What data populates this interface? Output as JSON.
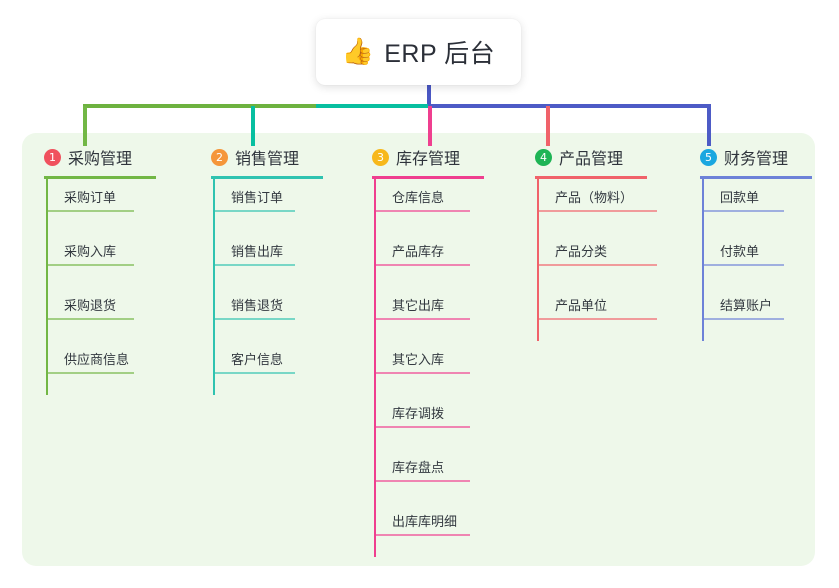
{
  "root": {
    "emoji": "👍",
    "emoji_name": "thumbs-up-icon",
    "title": "ERP 后台"
  },
  "theme": {
    "page_background": "#ffffff",
    "panel_background": "#eef8ea",
    "text_color": "#333940"
  },
  "connector": {
    "stem_color": "#4a57c4",
    "bar_segments": [
      {
        "color": "#6db23f"
      },
      {
        "color": "#07bfa0"
      },
      {
        "color": "#4d5bc6"
      }
    ]
  },
  "columns": [
    {
      "index": "1",
      "title": "采购管理",
      "accent": "#72b745",
      "badge_color": "#f0515e",
      "head_rule_width": 112,
      "item_rule_width": 88,
      "items": [
        "采购订单",
        "采购入库",
        "采购退货",
        "供应商信息"
      ]
    },
    {
      "index": "2",
      "title": "销售管理",
      "accent": "#2fc3b0",
      "badge_color": "#f5963a",
      "head_rule_width": 112,
      "item_rule_width": 82,
      "items": [
        "销售订单",
        "销售出库",
        "销售退货",
        "客户信息"
      ]
    },
    {
      "index": "3",
      "title": "库存管理",
      "accent": "#ef3f8f",
      "badge_color": "#f7b81b",
      "head_rule_width": 112,
      "item_rule_width": 96,
      "items": [
        "仓库信息",
        "产品库存",
        "其它出库",
        "其它入库",
        "库存调拨",
        "库存盘点",
        "出库库明细"
      ]
    },
    {
      "index": "4",
      "title": "产品管理",
      "accent": "#f0626a",
      "badge_color": "#1eb455",
      "head_rule_width": 112,
      "item_rule_width": 120,
      "items": [
        "产品（物料）",
        "产品分类",
        "产品单位"
      ]
    },
    {
      "index": "5",
      "title": "财务管理",
      "accent": "#6d82d8",
      "badge_color": "#1aa7e0",
      "head_rule_width": 112,
      "item_rule_width": 82,
      "items": [
        "回款单",
        "付款单",
        "结算账户"
      ]
    }
  ]
}
